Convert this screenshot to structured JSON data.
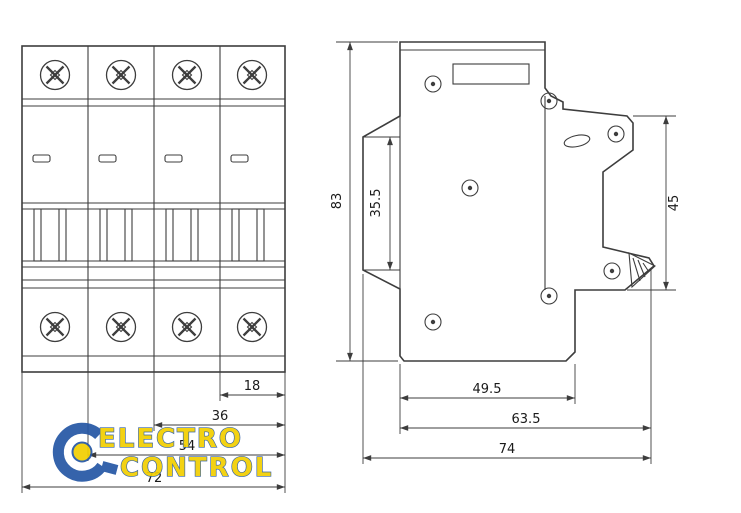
{
  "front_view": {
    "dim_pole_width": "18",
    "dim_two_poles": "36",
    "dim_three_poles": "54",
    "dim_total_width": "72"
  },
  "side_view": {
    "dim_height": "83",
    "dim_front_recess": "35.5",
    "dim_din_clip": "45",
    "dim_depth_body": "49.5",
    "dim_depth_to_clip": "63.5",
    "dim_depth_total": "74"
  },
  "watermark": {
    "brand_line1": "ELECTRO",
    "brand_line2": "CONTROL"
  },
  "colors": {
    "line": "#3d3d3d",
    "text": "#1a1a1a",
    "brand_yellow": "#f2cf00",
    "brand_blue": "#2456a4"
  }
}
